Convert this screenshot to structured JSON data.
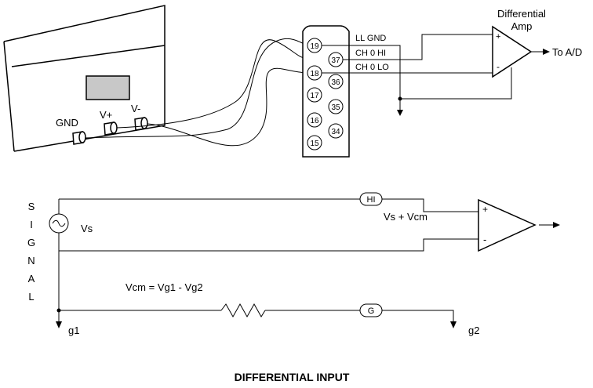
{
  "top": {
    "amp_title_line1": "Differential",
    "amp_title_line2": "Amp",
    "amp_plus": "+",
    "amp_minus": "-",
    "to_ad": "To A/D",
    "connector_labels": {
      "ll_gnd": "LL GND",
      "ch0_hi": "CH 0 HI",
      "ch0_lo": "CH 0 LO"
    },
    "pins": [
      "19",
      "37",
      "18",
      "36",
      "17",
      "35",
      "16",
      "34",
      "15"
    ],
    "source_labels": {
      "gnd": "GND",
      "vplus": "V+",
      "vminus": "V-"
    }
  },
  "bottom": {
    "signal_letters": [
      "S",
      "I",
      "G",
      "N",
      "A",
      "L"
    ],
    "vs": "Vs",
    "vs_plus_vcm": "Vs + Vcm",
    "vcm_eq": "Vcm = Vg1 - Vg2",
    "hi": "HI",
    "g": "G",
    "g1": "g1",
    "g2": "g2",
    "amp_plus": "+",
    "amp_minus": "-"
  },
  "caption": "DIFFERENTIAL INPUT"
}
